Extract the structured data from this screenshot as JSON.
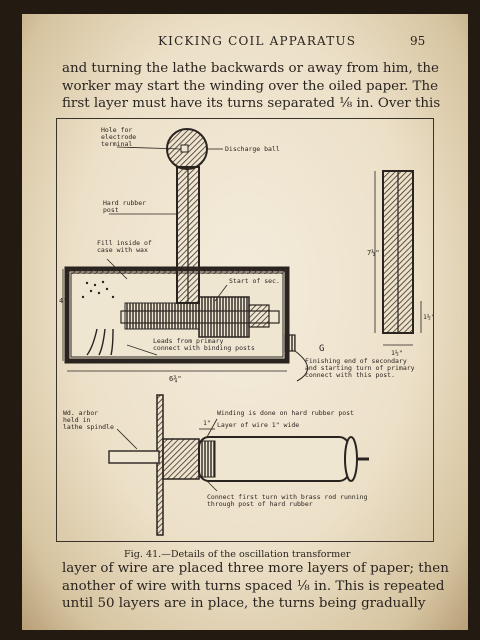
{
  "header": {
    "running_title": "KICKING COIL APPARATUS",
    "page_number": "95"
  },
  "text_top": [
    "and turning the lathe backwards or away from him, the",
    "worker may start the winding over the oiled paper.  The",
    "first layer must have its turns separated ⅛ in.  Over this"
  ],
  "figure": {
    "labels": {
      "hole_terminal_1": "Hole for",
      "hole_terminal_2": "electrode",
      "hole_terminal_3": "terminal",
      "discharge_ball": "Discharge ball",
      "hard_rubber_post_1": "Hard rubber",
      "hard_rubber_post_2": "post",
      "fill_wax_1": "Fill inside of",
      "fill_wax_2": "case with wax",
      "start_of_sec": "Start of sec.",
      "leads_1": "Leads from primary",
      "leads_2": "connect with binding posts",
      "g_label": "G",
      "finishing_1": "Finishing end of secondary",
      "finishing_2": "and starting turn of primary",
      "finishing_3": "connect with this post.",
      "dim_height": "4\"",
      "dim_width": "6¾\"",
      "dim_post_height": "7½\"",
      "dim_slot": "1½\"",
      "dim_base": "1½\"",
      "wood_arbor_1": "Wd. arbor",
      "wood_arbor_2": "held in",
      "wood_arbor_3": "lathe spindle",
      "winding_note": "Winding is done on hard rubber post",
      "layer_note": "Layer of wire 1\" wide",
      "dim_one_inch": "1\"",
      "connect_1": "Connect first turn with brass rod running",
      "connect_2": "through post of hard rubber"
    }
  },
  "caption": "Fig. 41.—Details of the oscillation transformer",
  "text_bottom": [
    "layer of wire are placed three more layers of paper; then",
    "another of wire with turns spaced ⅛ in.  This is repeated",
    "until 50 layers are in place, the turns being gradually"
  ]
}
